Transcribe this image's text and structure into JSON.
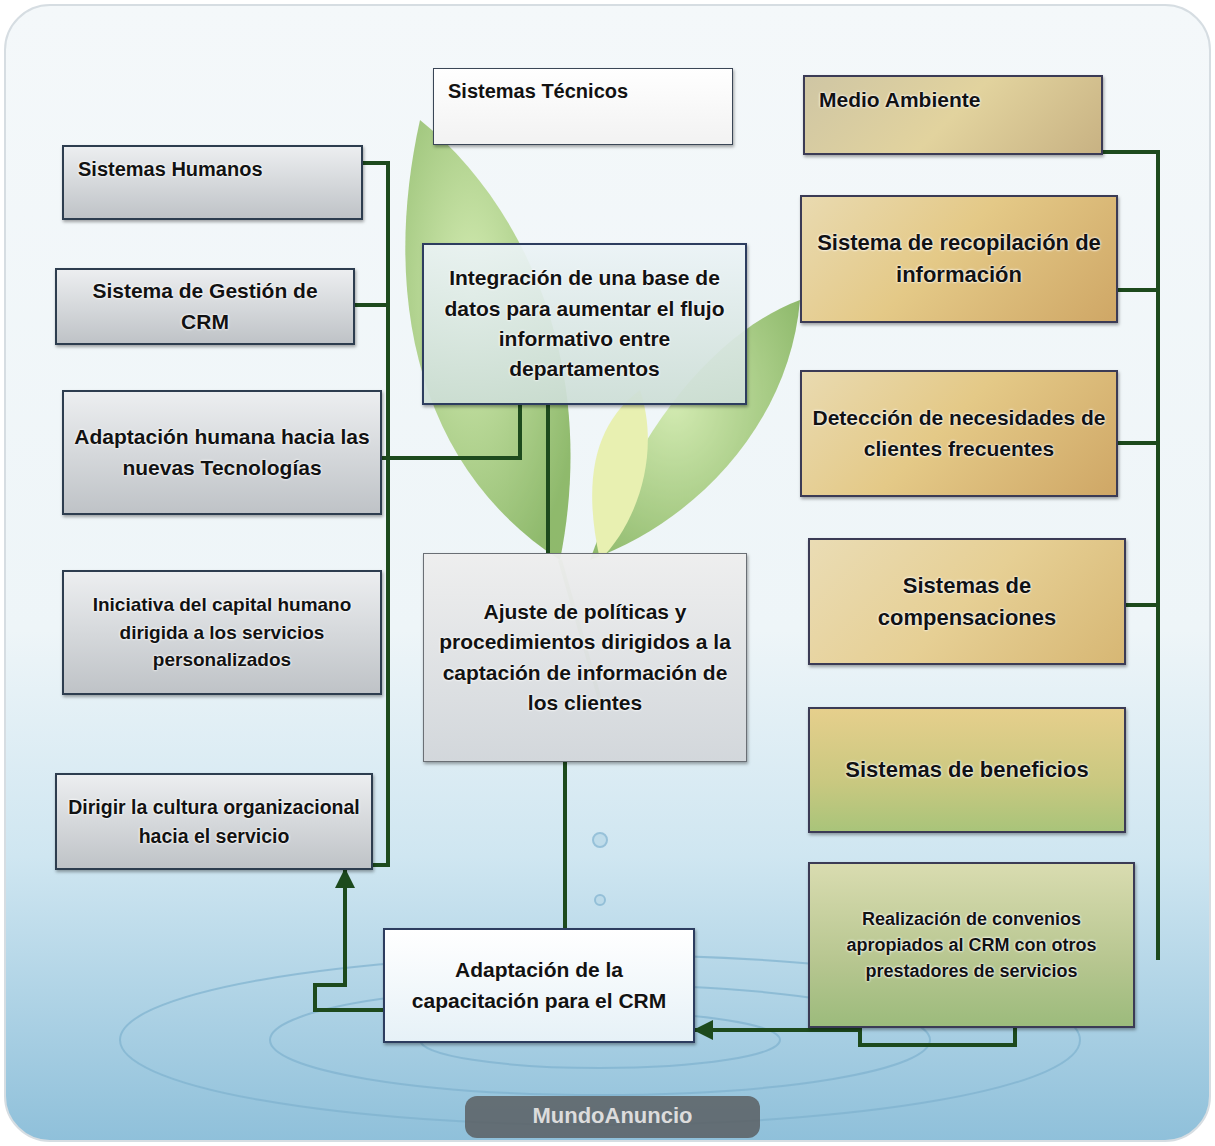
{
  "diagram": {
    "nodes": [
      {
        "text": [
          "Sistemas Técnicos"
        ]
      },
      {
        "text": [
          "Medio Ambiente"
        ]
      },
      {
        "text": [
          "Sistemas Humanos"
        ]
      },
      {
        "text": [
          "Sistema de Gestión de CRM"
        ]
      },
      {
        "text": [
          "Integración de una base de datos para aumentar el flujo informativo entre departamentos"
        ]
      },
      {
        "text": [
          "Sistema de recopilación de información"
        ]
      },
      {
        "text": [
          "Adaptación humana hacia las nuevas Tecnologías"
        ]
      },
      {
        "text": [
          "Detección de necesidades de clientes frecuentes"
        ]
      },
      {
        "text": [
          "Iniciativa del capital humano dirigida a los servicios personalizados"
        ]
      },
      {
        "text": [
          "Ajuste de políticas y procedimientos dirigidos a la captación de información de los clientes"
        ]
      },
      {
        "text": [
          "Sistemas de compensaciones"
        ]
      },
      {
        "text": [
          "Sistemas de beneficios"
        ]
      },
      {
        "text": [
          "Dirigir la cultura organizacional hacia el servicio"
        ]
      },
      {
        "text": [
          "Realización de convenios apropiados al CRM con otros prestadores de servicios"
        ]
      },
      {
        "text": [
          "Adaptación de la capacitación para el CRM"
        ]
      }
    ],
    "edges": [
      {
        "from": 4,
        "to": 9,
        "arrow": "none"
      },
      {
        "from": 9,
        "to": 14,
        "arrow": "none"
      },
      {
        "from": 6,
        "to": 4,
        "arrow": "none"
      },
      {
        "from": 13,
        "to": 14,
        "arrow": "to"
      },
      {
        "from": 14,
        "to": 12,
        "arrow": "to"
      }
    ],
    "labels": [
      "MundoAnuncio"
    ]
  }
}
